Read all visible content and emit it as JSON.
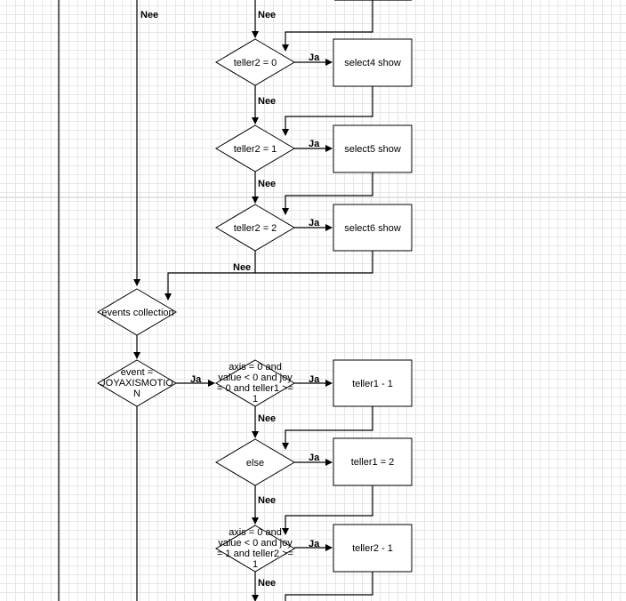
{
  "flowchart": {
    "yes_label": "Ja",
    "no_label": "Nee",
    "decisions": [
      {
        "text": "teller2 = 0"
      },
      {
        "text": "teller2 = 1"
      },
      {
        "text": "teller2 = 2"
      },
      {
        "text": "events collection"
      },
      {
        "lines": [
          "event =",
          "JOYAXISMOTIO",
          "N"
        ]
      },
      {
        "lines": [
          "axis = 0 and",
          "value < 0 and joy",
          "= 0 and teller1 >=",
          "1"
        ]
      },
      {
        "text": "else"
      },
      {
        "lines": [
          "axis = 0 and",
          "value < 0 and joy",
          "= 1 and teller2 >=",
          "1"
        ]
      }
    ],
    "processes": [
      {
        "text": "select4 show"
      },
      {
        "text": "select5 show"
      },
      {
        "text": "select6 show"
      },
      {
        "text": "teller1 - 1"
      },
      {
        "text": "teller1 = 2"
      },
      {
        "text": "teller2 - 1"
      }
    ]
  }
}
